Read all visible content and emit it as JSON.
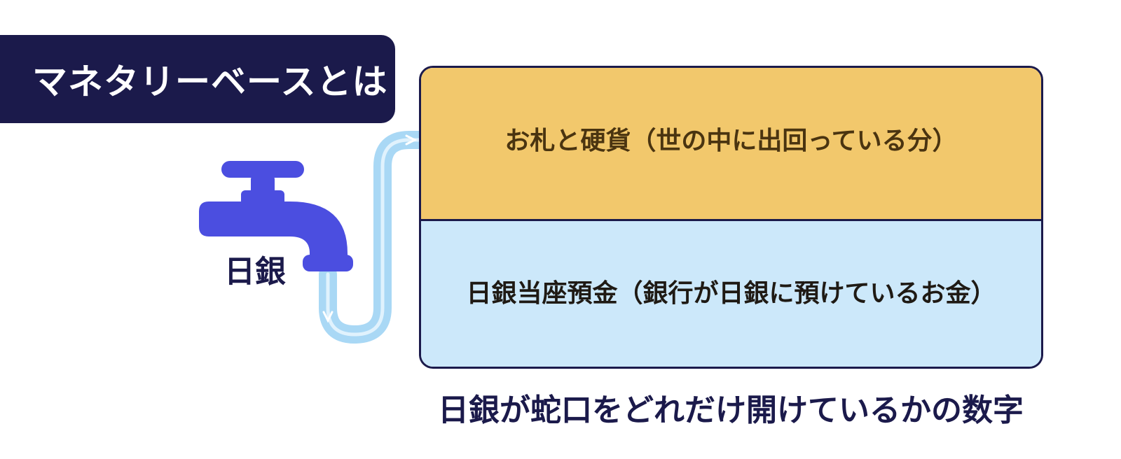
{
  "title": "マネタリーベースとは",
  "faucet": {
    "label": "日銀",
    "icon": "faucet-icon"
  },
  "stack": {
    "top_layer": {
      "label": "お札と硬貨（世の中に出回っている分）"
    },
    "bottom_layer": {
      "label": "日銀当座預金（銀行が日銀に預けているお金）"
    }
  },
  "caption": "日銀が蛇口をどれだけ開けているかの数字",
  "colors": {
    "navy": "#1b1a4b",
    "faucet": "#4b4ee0",
    "water": "#a9d8f5",
    "top_layer": "#f2c86c",
    "bottom_layer": "#cce8fa"
  }
}
